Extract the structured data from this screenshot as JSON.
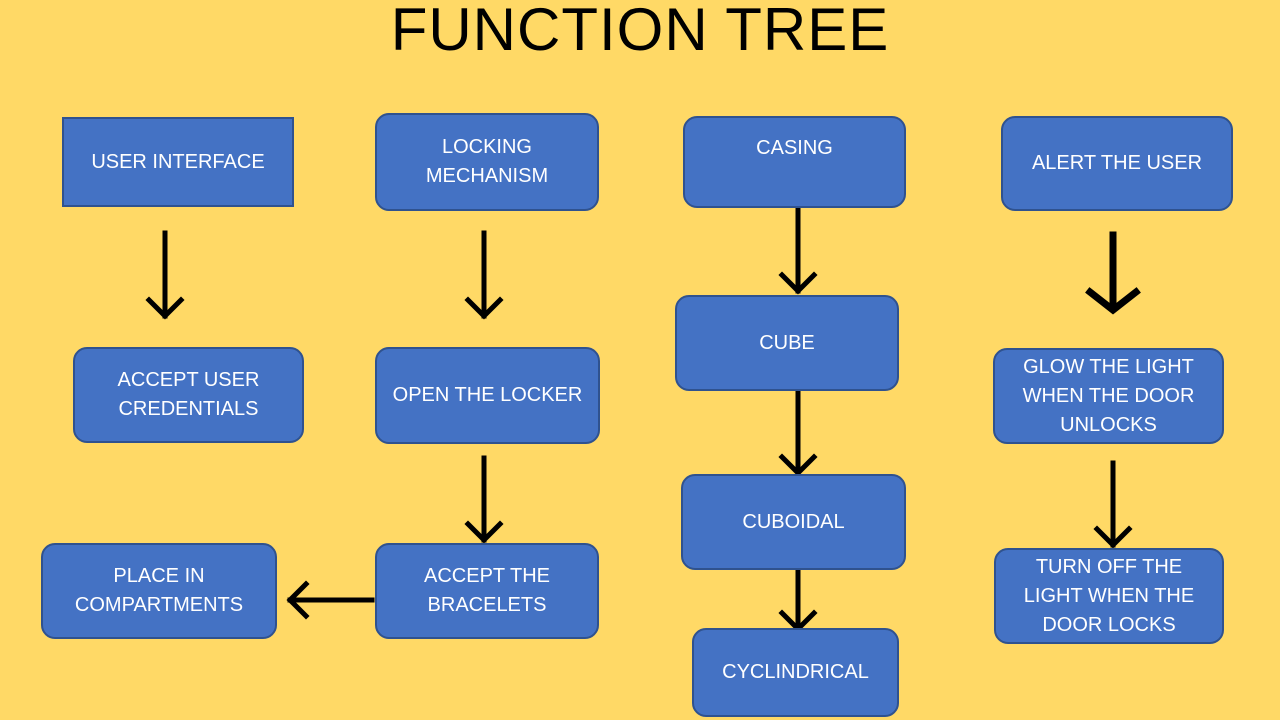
{
  "title": "FUNCTION TREE",
  "colors": {
    "background": "#FFD966",
    "node_fill": "#4472C4",
    "node_border": "#2F528F",
    "node_text": "#FFFFFF",
    "arrow": "#000000"
  },
  "nodes": {
    "user_interface": "USER INTERFACE",
    "accept_user_credentials": "ACCEPT USER\nCREDENTIALS",
    "locking_mechanism": "LOCKING\nMECHANISM",
    "open_the_locker": "OPEN THE LOCKER",
    "accept_the_bracelets": "ACCEPT THE\nBRACELETS",
    "place_in_compartments": "PLACE IN\nCOMPARTMENTS",
    "casing": "CASING",
    "cube": "CUBE",
    "cuboidal": "CUBOIDAL",
    "cyclindrical": "CYCLINDRICAL",
    "alert_the_user": "ALERT THE USER",
    "glow_the_light": "GLOW THE LIGHT\nWHEN THE DOOR\nUNLOCKS",
    "turn_off_the_light": "TURN OFF THE\nLIGHT WHEN THE\nDOOR  LOCKS"
  }
}
